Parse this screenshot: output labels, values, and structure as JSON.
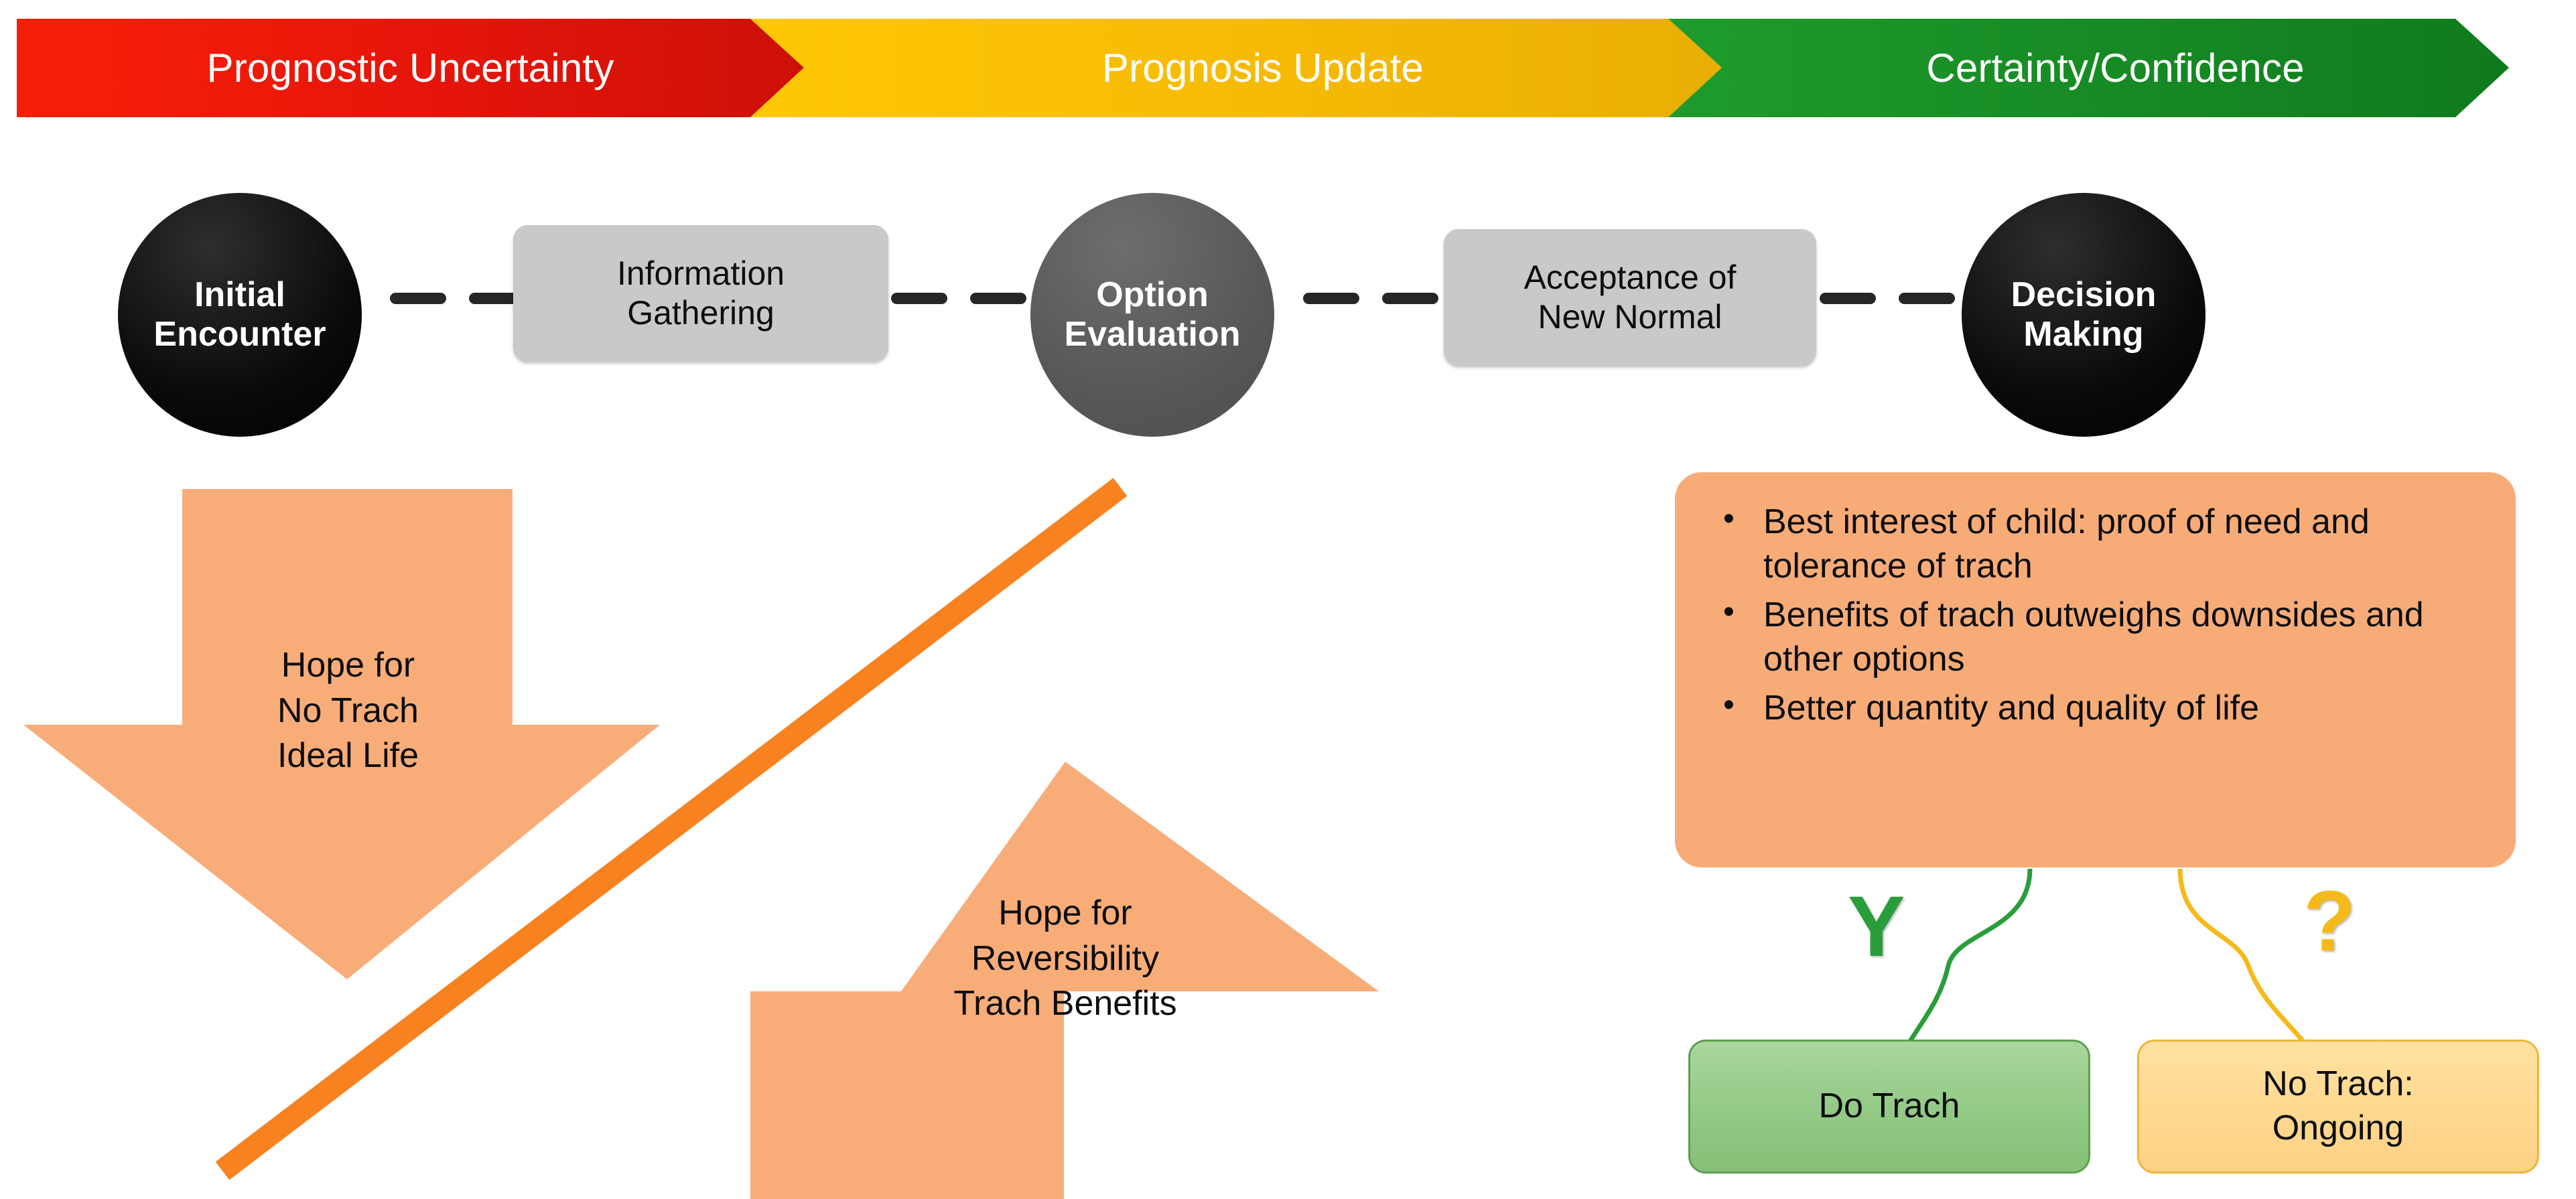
{
  "banner": {
    "segments": [
      {
        "label": "Prognostic Uncertainty",
        "color": "#e81c0d"
      },
      {
        "label": "Prognosis Update",
        "color": "#fbbd05"
      },
      {
        "label": "Certainty/Confidence",
        "color": "#1b8b27"
      }
    ]
  },
  "timeline": {
    "nodes": [
      {
        "type": "circle",
        "shade": "dark",
        "label": "Initial\nEncounter",
        "color": "#0a0a0a"
      },
      {
        "type": "box",
        "label": "Information\nGathering",
        "color": "#c9c9c9"
      },
      {
        "type": "circle",
        "shade": "grey",
        "label": "Option\nEvaluation",
        "color": "#565656"
      },
      {
        "type": "box",
        "label": "Acceptance of\nNew Normal",
        "color": "#c9c9c9"
      },
      {
        "type": "circle",
        "shade": "dark",
        "label": "Decision\nMaking",
        "color": "#0a0a0a"
      }
    ]
  },
  "arrows": {
    "down": {
      "label": "Hope for\nNo Trach\nIdeal Life",
      "color": "#f8ad79",
      "direction": "down"
    },
    "up": {
      "label": "Hope for\nReversibility\nTrach Benefits",
      "color": "#f8ad79",
      "direction": "up"
    },
    "diagonal": {
      "color": "#f7821f"
    }
  },
  "criteria": {
    "bg_color": "#f7ac78",
    "items": [
      "Best interest of child: proof of need and tolerance of trach",
      "Benefits of trach outweighs downsides and other options",
      "Better quantity and quality of life"
    ]
  },
  "decision": {
    "yes_glyph": "Y",
    "yes_color": "#2a9d3b",
    "unknown_glyph": "?",
    "unknown_color": "#f5ba1a",
    "outcomes": [
      {
        "label": "Do Trach",
        "color": "#92c985",
        "border": "#5f9e4f"
      },
      {
        "label": "No Trach:\nOngoing",
        "color": "#ffd890",
        "border": "#edb53c"
      }
    ]
  }
}
